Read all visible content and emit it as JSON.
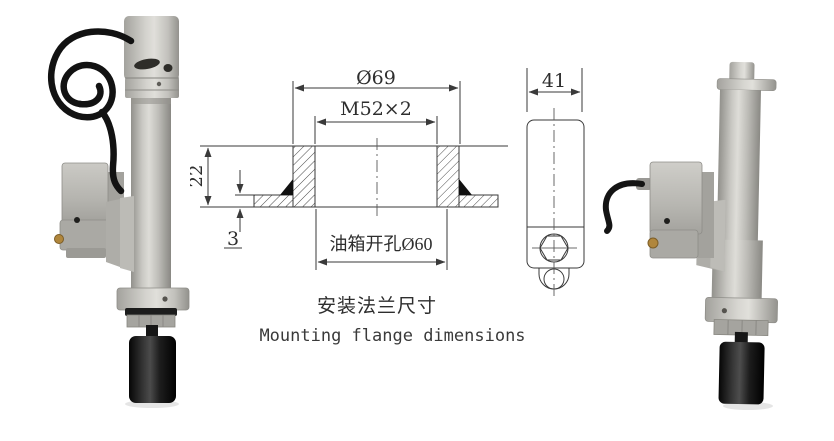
{
  "figure": {
    "captions": {
      "zh": "安装法兰尺寸",
      "en": "Mounting flange dimensions"
    },
    "flange_drawing": {
      "outer_diameter_label": "Ø69",
      "thread_label": "M52×2",
      "flange_height_label": "22",
      "plate_thickness_label": "3",
      "tank_hole_label": "油箱开孔Ø60"
    },
    "side_view_drawing": {
      "body_width_label": "41"
    },
    "colors": {
      "drawing_line": "#3a3a3a",
      "device_body_gray": "#b6b5b0",
      "float_black": "#151515",
      "brass_fitting": "#b0863c",
      "background": "#ffffff"
    }
  }
}
